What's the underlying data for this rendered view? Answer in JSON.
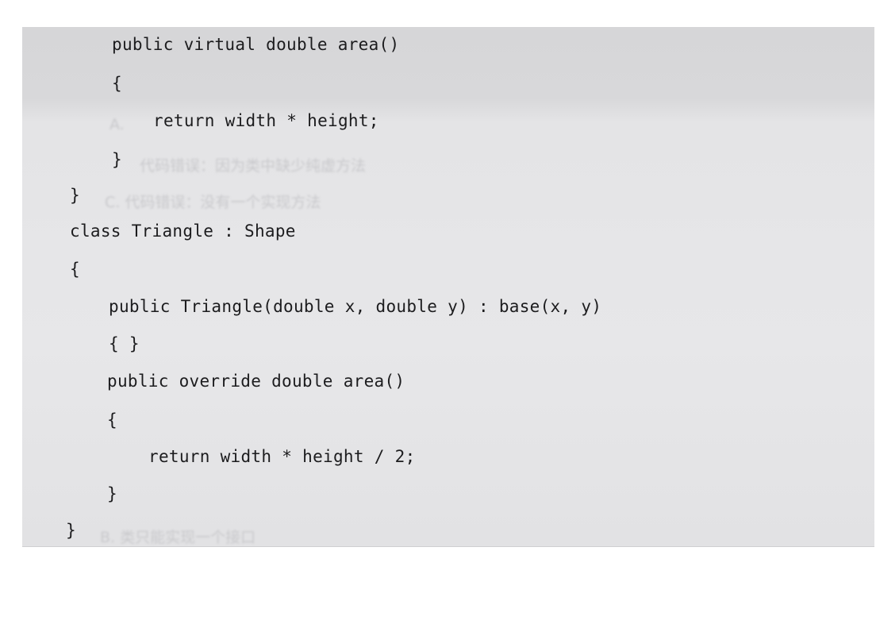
{
  "code": {
    "lines": [
      "public virtual double area()",
      "{",
      "return width * height;",
      "}",
      "}",
      "class Triangle : Shape",
      "{",
      "public Triangle(double x, double y) : base(x, y)",
      "{ }",
      "public override double area()",
      "{",
      "return width * height / 2;",
      "}",
      "}"
    ]
  },
  "bleed_through": {
    "lines": [
      "A.",
      "代码错误：因为类中缺少纯虚方法",
      "C. 代码错误：没有一个实现方法",
      "B. 类只能实现一个接口"
    ]
  }
}
